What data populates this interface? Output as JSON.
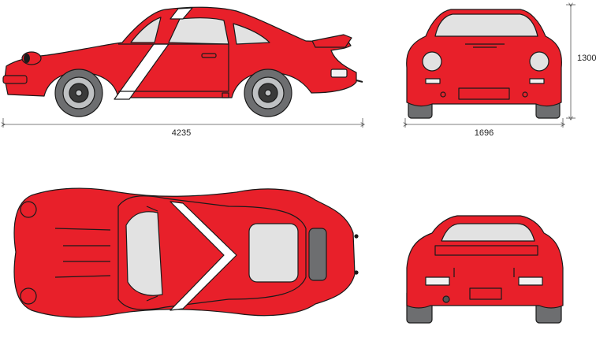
{
  "dimensions": {
    "length": "4235",
    "width": "1696",
    "height": "1300"
  },
  "colors": {
    "body": "#e8202a",
    "outline": "#1a1a1a",
    "glass": "#e2e2e2",
    "stripe": "#ffffff",
    "tire": "#6d6e70",
    "wheel": "#bfc1c3",
    "dimline": "#555555"
  },
  "views": [
    "side-view",
    "front-view",
    "top-view",
    "rear-view"
  ]
}
